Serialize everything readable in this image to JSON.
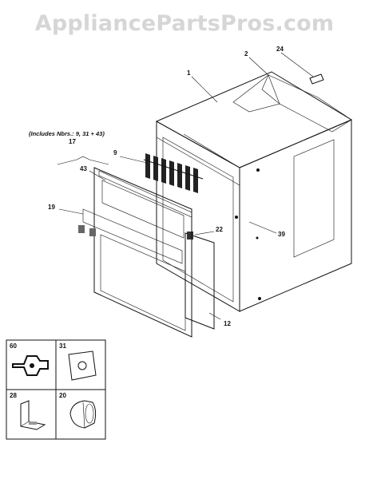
{
  "watermark": "AppliancePartsPros.com",
  "callouts": {
    "c1": "1",
    "c2": "2",
    "c24": "24",
    "c9": "9",
    "c43": "43",
    "c19": "19",
    "c22": "22",
    "c39": "39",
    "c12": "12",
    "c17": "17",
    "includes_note": "(Includes Nbrs.: 9, 31 + 43)"
  },
  "legend": {
    "p60": "60",
    "p31": "31",
    "p28": "28",
    "p20": "20"
  }
}
